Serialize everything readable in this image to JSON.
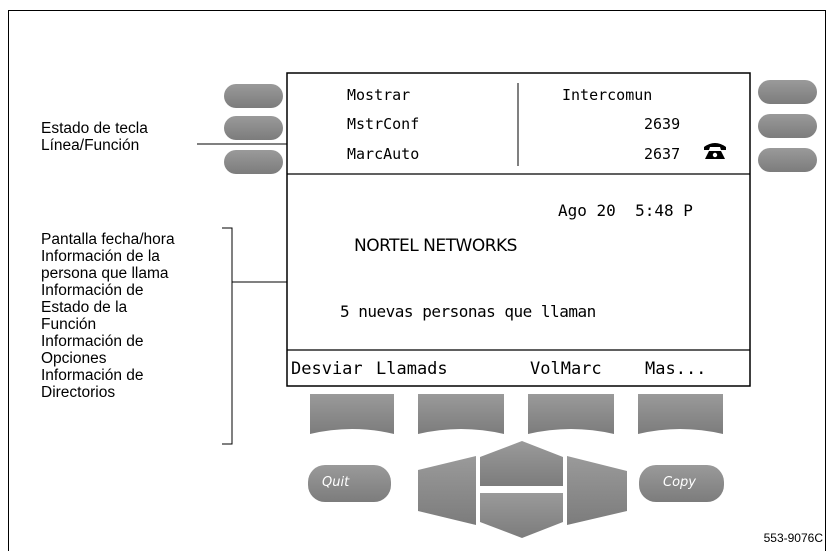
{
  "labels": {
    "line_key": [
      "Estado de tecla",
      "Línea/Función"
    ],
    "display_info": [
      "Pantalla fecha/hora",
      "Información de la",
      "persona que llama",
      "Información de",
      "Estado de la",
      "Función",
      "Información de",
      "Opciones",
      "Información de",
      "Directorios"
    ]
  },
  "screen": {
    "keys_left": [
      "Mostrar",
      "MstrConf",
      "MarcAuto"
    ],
    "keys_right": [
      "Intercomun",
      "2639",
      "2637"
    ],
    "datetime": "Ago 20  5:48 P",
    "company": "NORTEL NETWORKS",
    "status": "5 nuevas personas que llaman",
    "softkeys": [
      "Desviar",
      "Llamads",
      "VolMarc",
      "Mas..."
    ]
  },
  "buttons": {
    "quit": "Quit",
    "copy": "Copy"
  },
  "figure_id": "553-9076C",
  "colors": {
    "key_gray": "#8a8a8a",
    "key_border": "#ffffff"
  },
  "icons": {
    "phone": "telephone-icon"
  }
}
